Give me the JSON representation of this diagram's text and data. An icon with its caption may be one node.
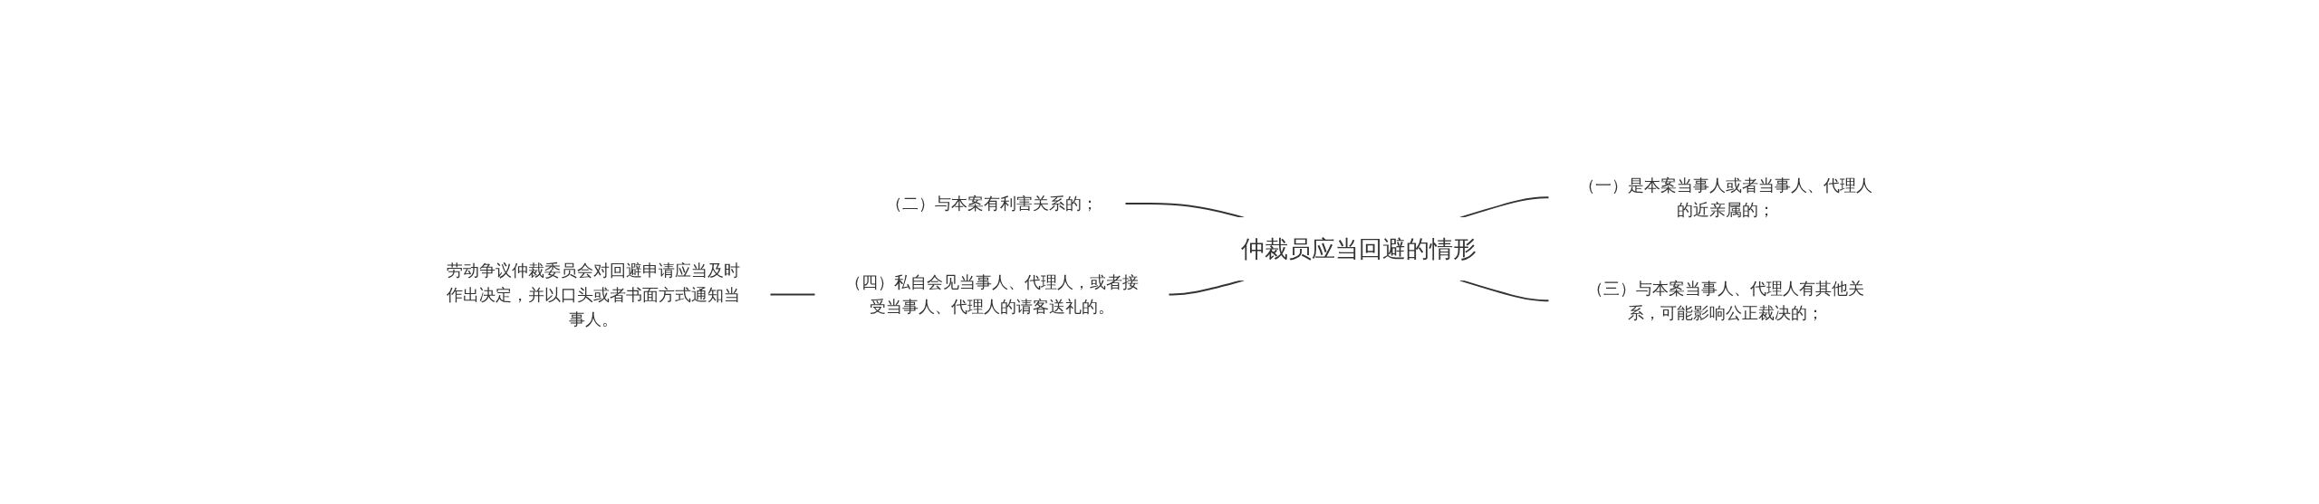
{
  "diagram": {
    "nodes": [
      {
        "text": [
          "仲裁员应当回避的情形"
        ]
      },
      {
        "text": [
          "（二）与本案有利害关系的；"
        ]
      },
      {
        "text": [
          "（四）私自会见当事人、代理人，或者接受当事人、代理人的请客送礼的。"
        ]
      },
      {
        "text": [
          "（一）是本案当事人或者当事人、代理人的近亲属的；"
        ]
      },
      {
        "text": [
          "（三）与本案当事人、代理人有其他关系，可能影响公正裁决的；"
        ]
      },
      {
        "text": [
          "劳动争议仲裁委员会对回避申请应当及时作出决定，并以口头或者书面方式通知当事人。"
        ]
      }
    ],
    "edges": [
      {
        "from": 0,
        "to": 1,
        "arrow": "none"
      },
      {
        "from": 0,
        "to": 2,
        "arrow": "none"
      },
      {
        "from": 0,
        "to": 3,
        "arrow": "none"
      },
      {
        "from": 0,
        "to": 4,
        "arrow": "none"
      },
      {
        "from": 2,
        "to": 5,
        "arrow": "none"
      }
    ]
  }
}
